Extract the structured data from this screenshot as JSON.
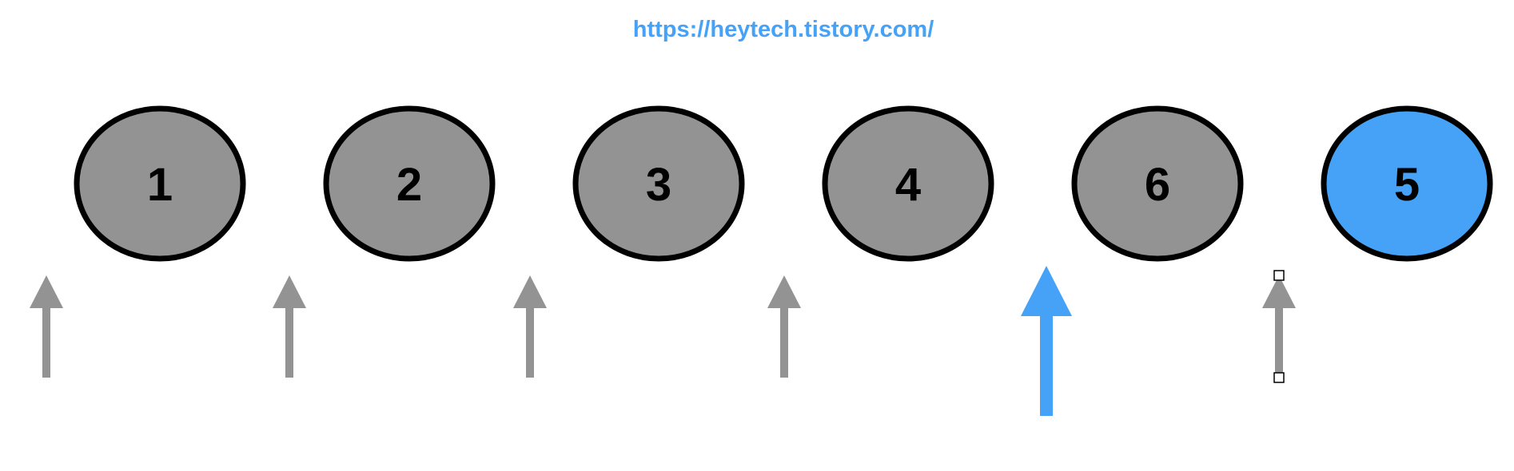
{
  "header": {
    "url": "https://heytech.tistory.com/"
  },
  "colors": {
    "node_fill": "#939393",
    "highlight_fill": "#45A2F7",
    "stroke": "#000000",
    "arrow": "#939393",
    "highlight_arrow": "#45A2F7",
    "url_text": "#45A2F7",
    "label_text": "#000000"
  },
  "nodes": [
    {
      "label": "1",
      "highlighted": false
    },
    {
      "label": "2",
      "highlighted": false
    },
    {
      "label": "3",
      "highlighted": false
    },
    {
      "label": "4",
      "highlighted": false
    },
    {
      "label": "6",
      "highlighted": false
    },
    {
      "label": "5",
      "highlighted": true
    }
  ],
  "arrows": [
    {
      "gap": 0,
      "highlighted": false,
      "selected": false
    },
    {
      "gap": 1,
      "highlighted": false,
      "selected": false
    },
    {
      "gap": 2,
      "highlighted": false,
      "selected": false
    },
    {
      "gap": 3,
      "highlighted": false,
      "selected": false
    },
    {
      "gap": 4,
      "highlighted": true,
      "selected": false
    },
    {
      "gap": 5,
      "highlighted": false,
      "selected": true
    }
  ]
}
